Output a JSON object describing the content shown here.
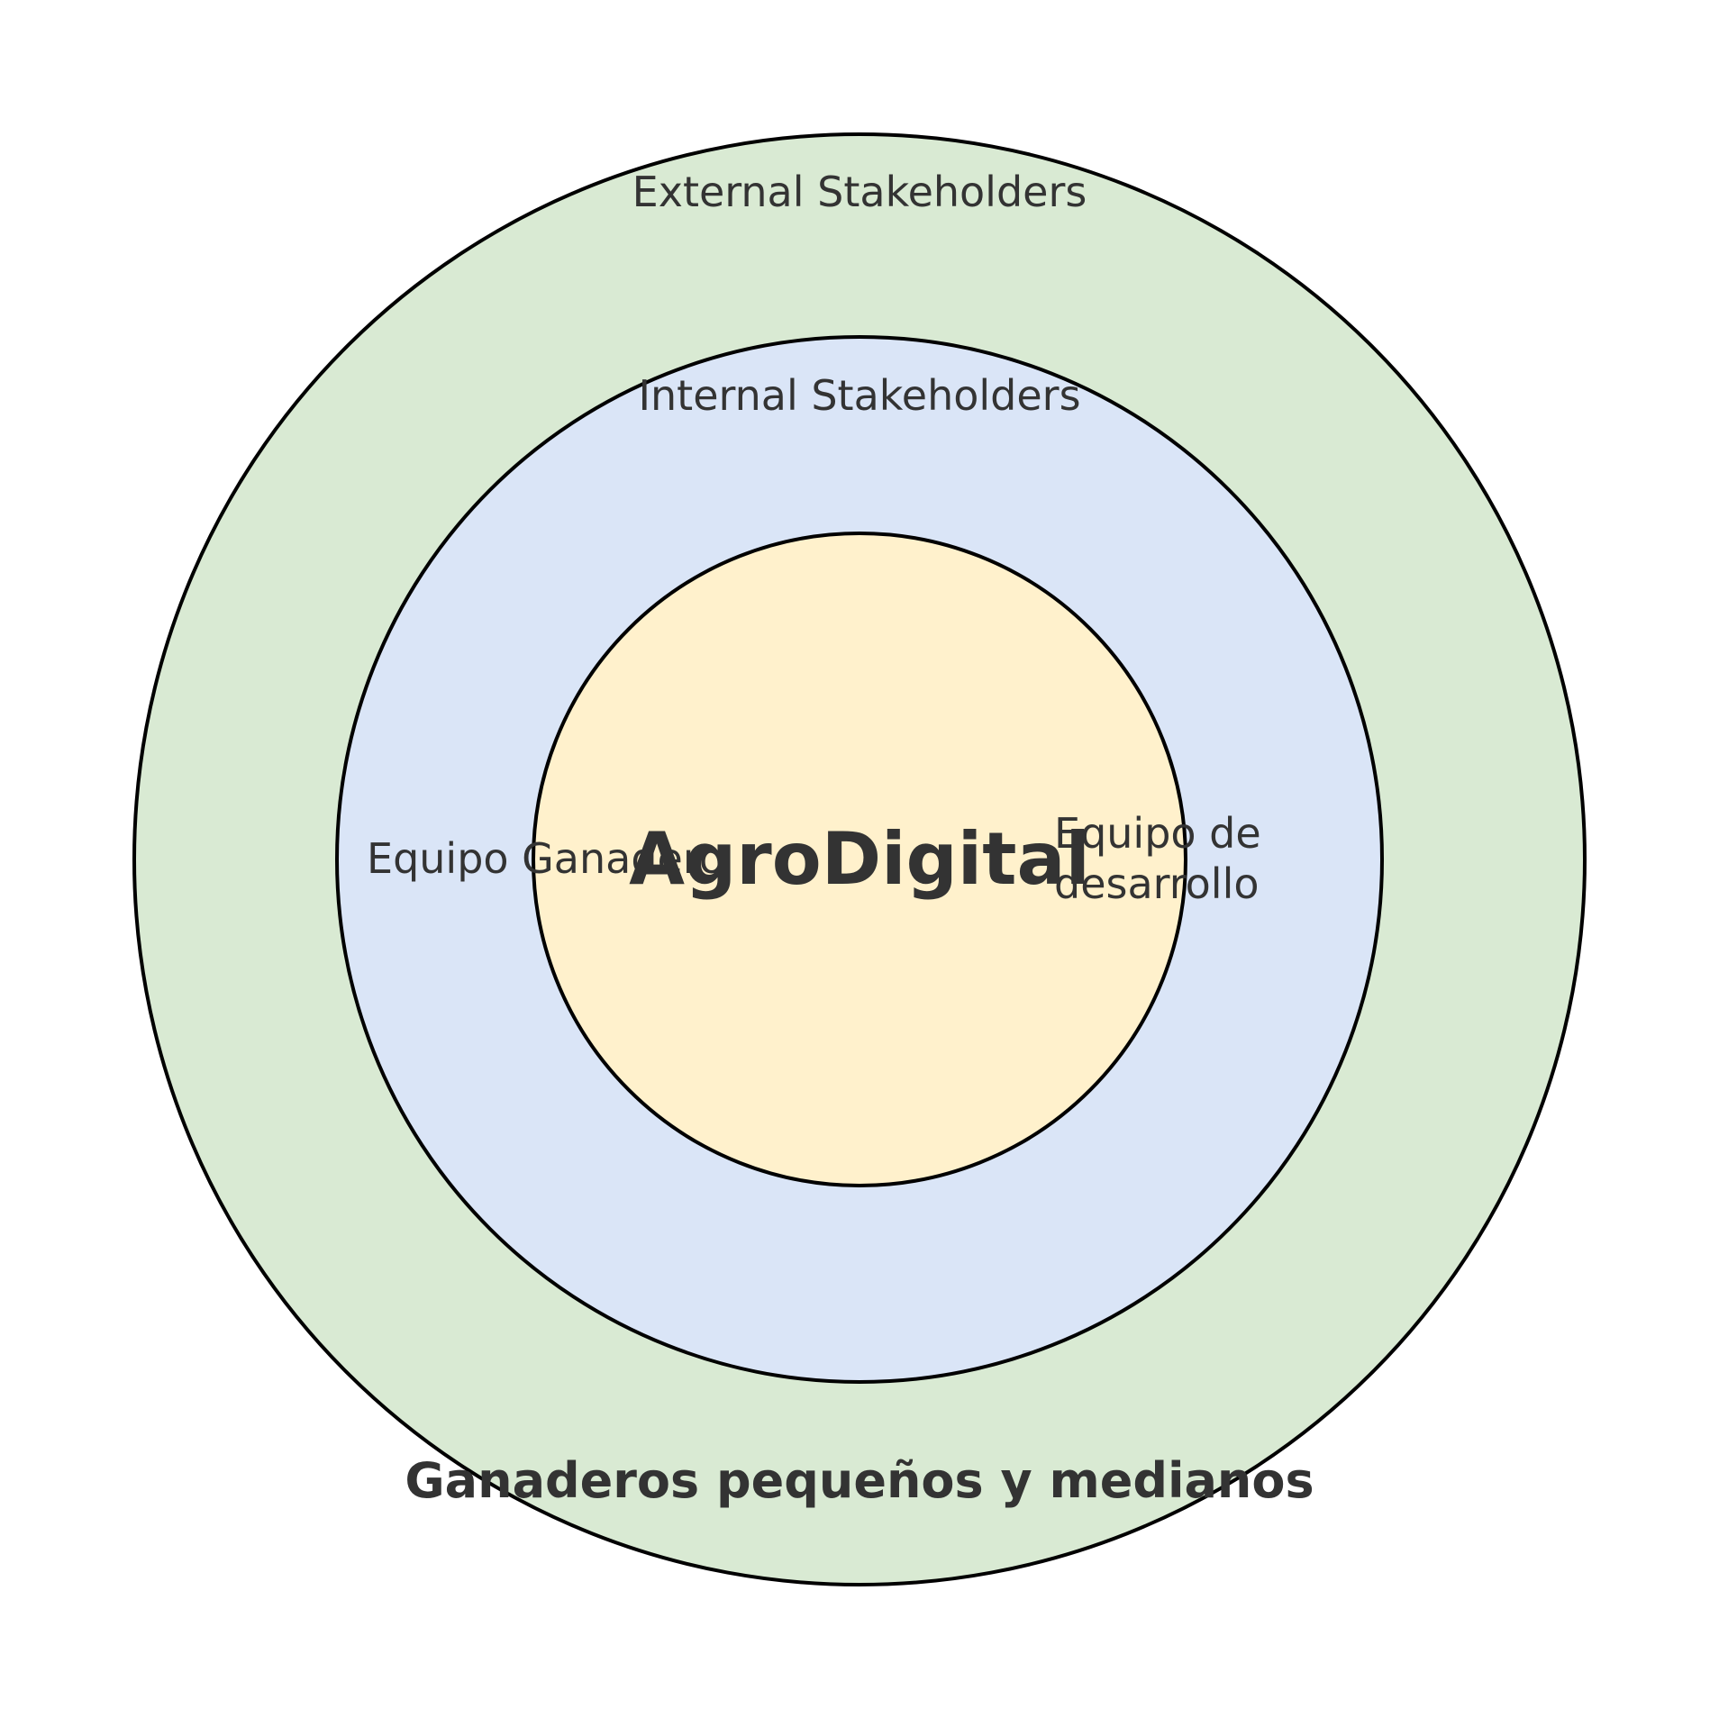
{
  "diagram": {
    "outer_ring": {
      "label": "External Stakeholders",
      "fill": "#d9ead3",
      "members": [
        "Ganaderos pequeños y medianos"
      ]
    },
    "middle_ring": {
      "label": "Internal Stakeholders",
      "fill": "#dae5f7",
      "members_left": "Equipo Ganadero",
      "members_right_line1": "Equipo de",
      "members_right_line2": "desarrollo"
    },
    "core": {
      "label": "AgroDigital",
      "fill": "#fff1cc"
    },
    "stroke_color": "#000000",
    "text_color": "#333333"
  }
}
